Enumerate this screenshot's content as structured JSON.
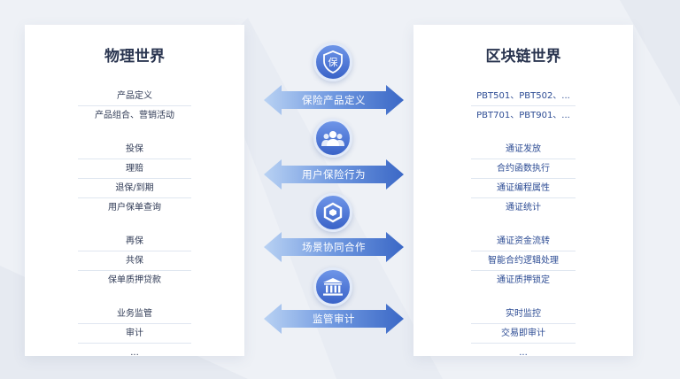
{
  "left_panel": {
    "title": "物理世界",
    "groups": [
      [
        "产品定义",
        "产品组合、营销活动"
      ],
      [
        "投保",
        "理赔",
        "退保/到期",
        "用户保单查询"
      ],
      [
        "再保",
        "共保",
        "保单质押贷款"
      ],
      [
        "业务监管",
        "审计",
        "..."
      ]
    ]
  },
  "right_panel": {
    "title": "区块链世界",
    "groups": [
      [
        "PBT501、PBT502、...",
        "PBT701、PBT901、..."
      ],
      [
        "通证发放",
        "合约函数执行",
        "通证编程属性",
        "通证统计"
      ],
      [
        "通证资金流转",
        "智能合约逻辑处理",
        "通证质押锁定"
      ],
      [
        "实时监控",
        "交易即审计",
        "..."
      ]
    ]
  },
  "center": [
    {
      "label": "保险产品定义",
      "icon": "shield-char-icon",
      "icon_text": "保"
    },
    {
      "label": "用户保险行为",
      "icon": "users-icon",
      "icon_text": ""
    },
    {
      "label": "场景协同合作",
      "icon": "hexagon-icon",
      "icon_text": ""
    },
    {
      "label": "监管审计",
      "icon": "bank-icon",
      "icon_text": ""
    }
  ],
  "colors": {
    "arrow_light": "#9dc0ef",
    "arrow_dark": "#3d6cc9",
    "circle": "#4a74d6",
    "title_text": "#2a3550",
    "right_text": "#2d4c94"
  }
}
